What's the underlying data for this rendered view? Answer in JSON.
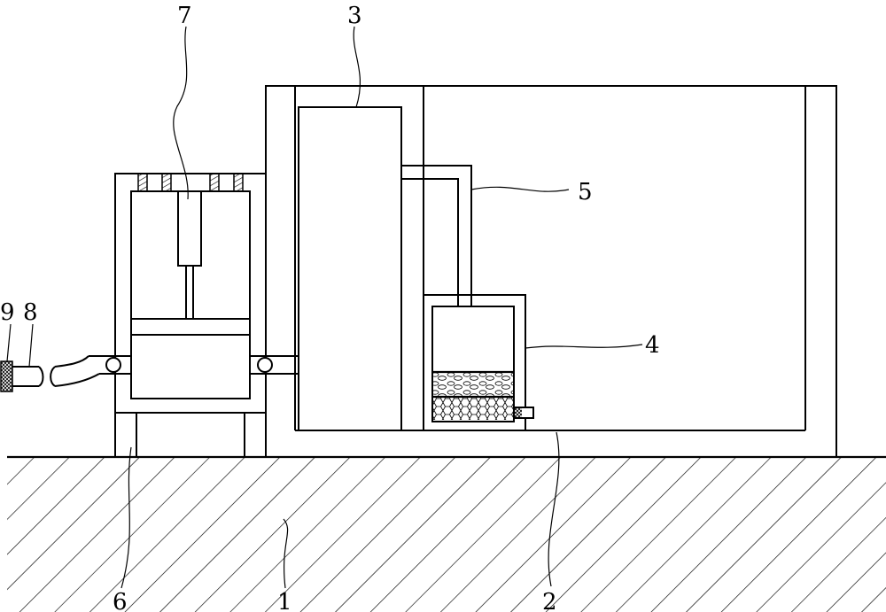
{
  "figure": {
    "type": "patent-mechanical-drawing",
    "line_color": "#000000",
    "background": "#ffffff"
  },
  "labels": {
    "ground": "1",
    "tank": "2",
    "chamber": "3",
    "filter_box": "4",
    "connecting_pipe": "5",
    "support_legs": "6",
    "cylinder": "7",
    "hose": "8",
    "hose_nozzle": "9"
  }
}
